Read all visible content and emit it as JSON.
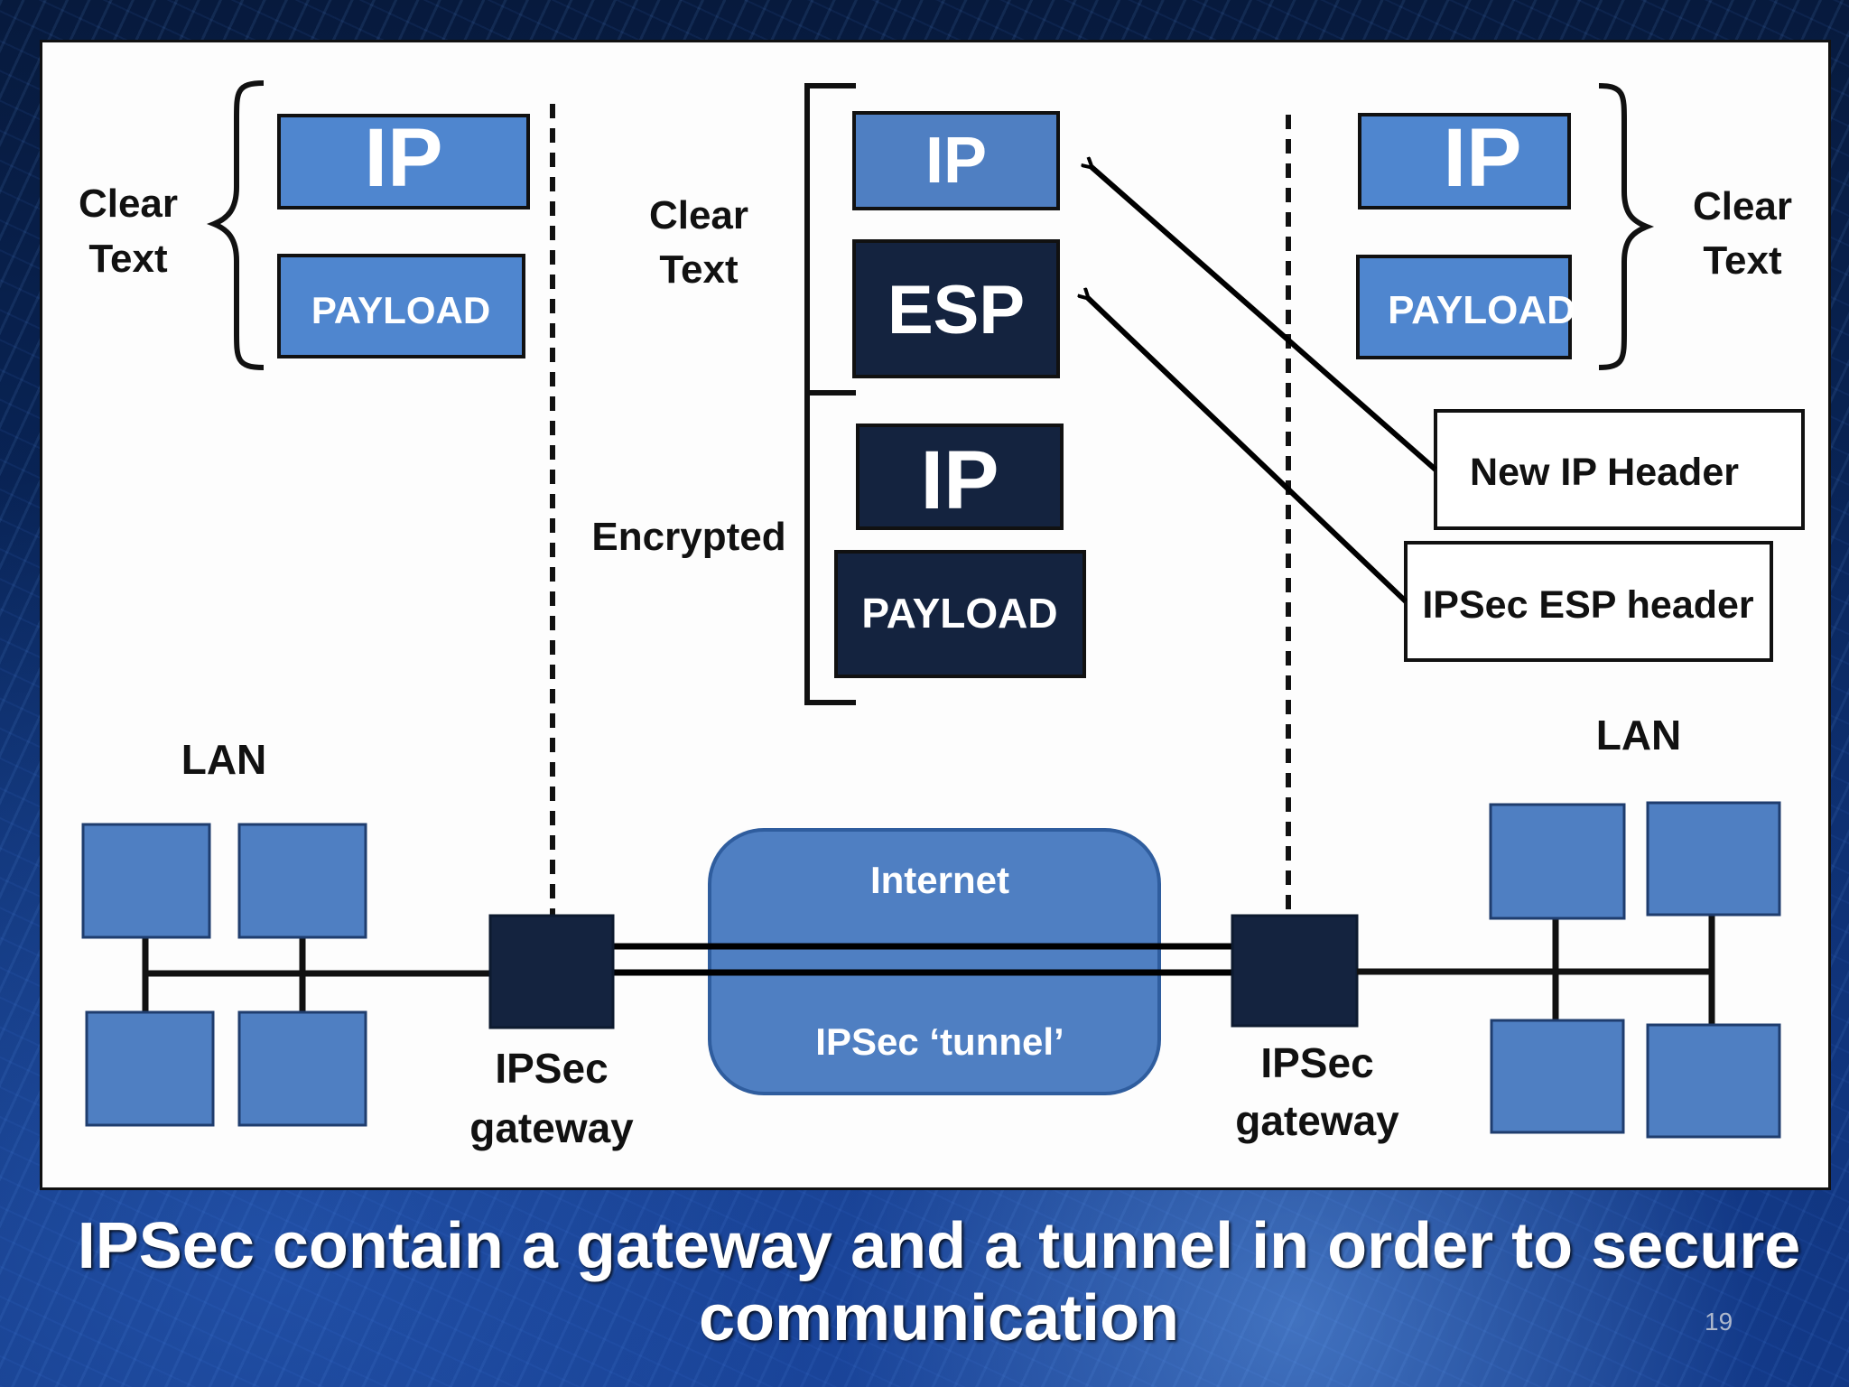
{
  "labels": {
    "clear_text_left": [
      "Clear",
      "Text"
    ],
    "clear_text_center": [
      "Clear",
      "Text"
    ],
    "clear_text_right": [
      "Clear",
      "Text"
    ],
    "encrypted": "Encrypted",
    "lan_left": "LAN",
    "lan_right": "LAN",
    "gateway_left": [
      "IPSec",
      "gateway"
    ],
    "gateway_right": [
      "IPSec",
      "gateway"
    ],
    "internet": "Internet",
    "tunnel": "IPSec ‘tunnel’"
  },
  "packets": {
    "left": {
      "ip": "IP",
      "payload": "PAYLOAD"
    },
    "center": {
      "outer_ip": "IP",
      "esp": "ESP",
      "inner_ip": "IP",
      "payload": "PAYLOAD"
    },
    "right": {
      "ip": "IP",
      "payload": "PAYLOAD"
    }
  },
  "callouts": {
    "new_ip_header": "New IP Header",
    "esp_header": "IPSec ESP header"
  },
  "caption": {
    "line1": "IPSec contain a gateway and a tunnel in order to secure",
    "line2": "communication"
  },
  "slide_number": "19",
  "colors": {
    "clear_block": "#4f86cf",
    "encrypted_block": "#14233f",
    "lan_node": "#4f7fc2",
    "gateway": "#14233f",
    "internet_cloud": "#4f7fc2"
  }
}
